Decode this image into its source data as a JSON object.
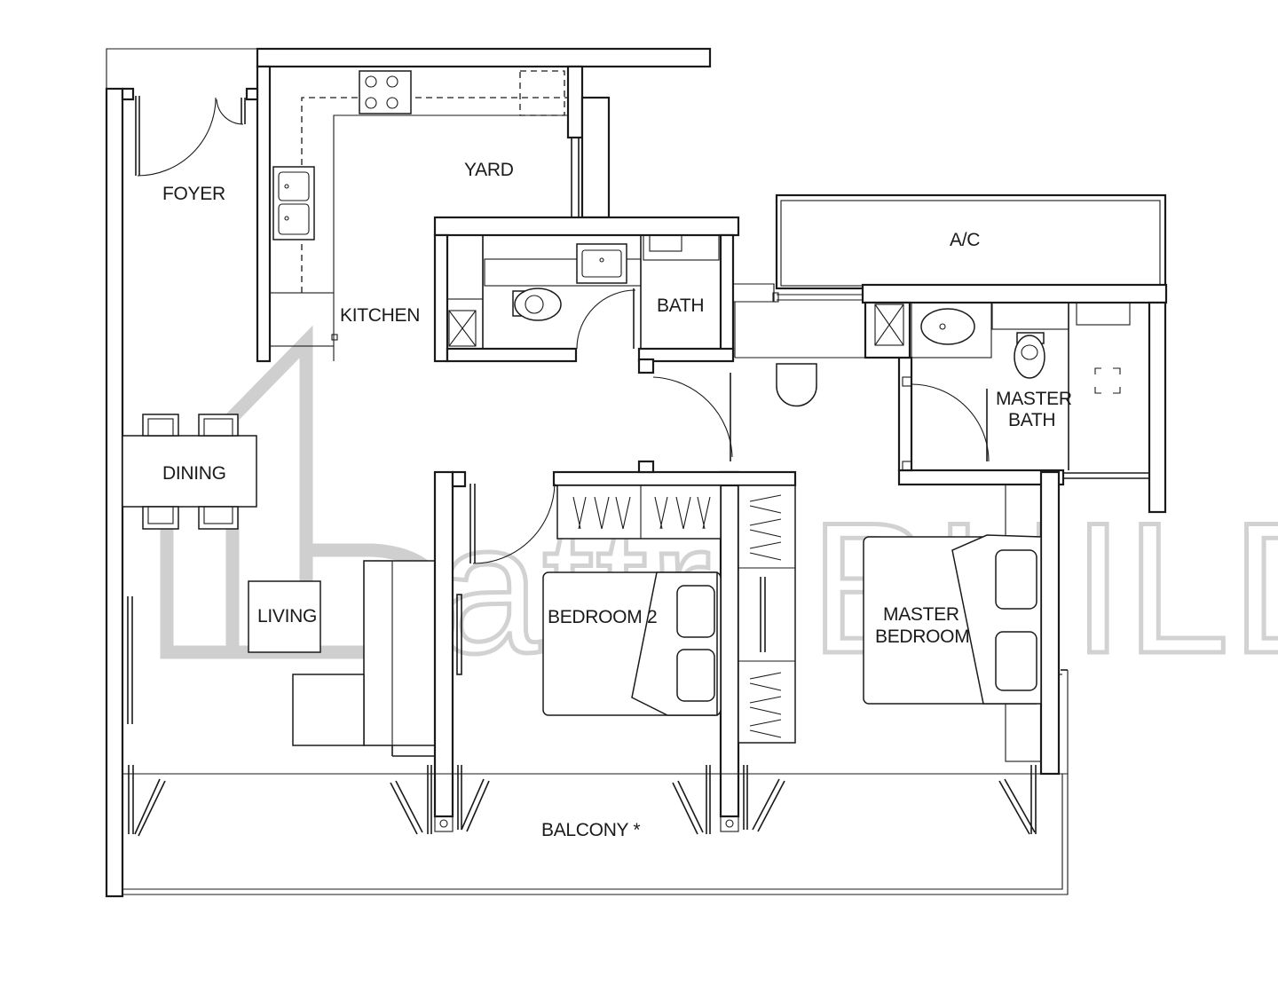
{
  "rooms": {
    "foyer": "FOYER",
    "yard": "YARD",
    "kitchen": "KITCHEN",
    "bath": "BATH",
    "ac": "A/C",
    "master_bath_line1": "MASTER",
    "master_bath_line2": "BATH",
    "dining": "DINING",
    "living": "LIVING",
    "bedroom2": "BEDROOM 2",
    "master_bedroom_line1": "MASTER",
    "master_bedroom_line2": "BEDROOM",
    "balcony": "BALCONY *"
  },
  "watermark": {
    "text": "attri.BUILD"
  }
}
